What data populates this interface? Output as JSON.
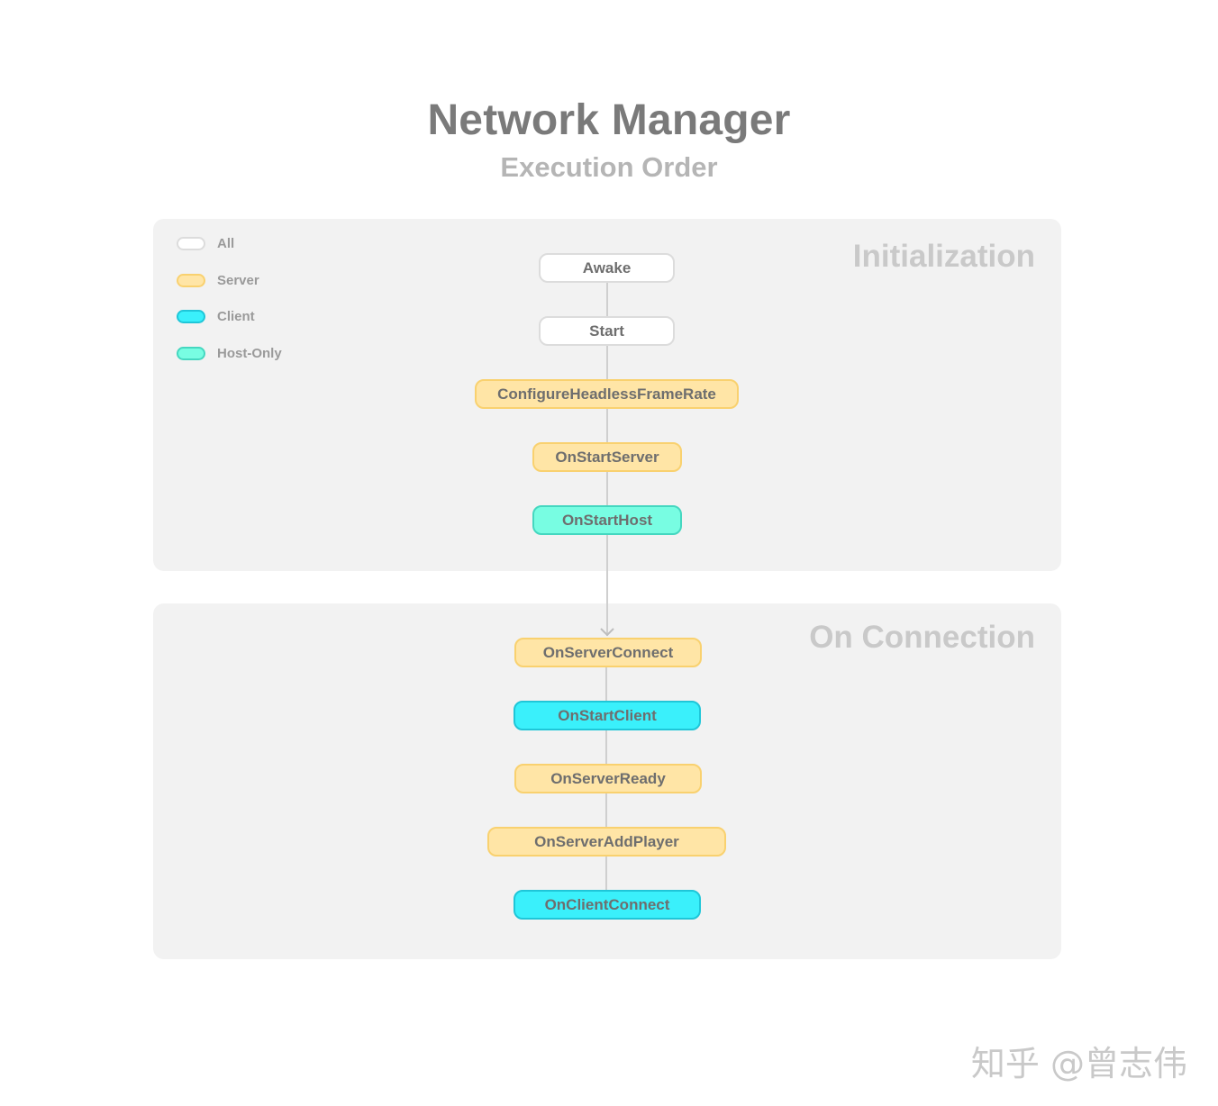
{
  "header": {
    "title": "Network Manager",
    "subtitle": "Execution Order"
  },
  "legend": [
    {
      "label": "All",
      "kind": "all"
    },
    {
      "label": "Server",
      "kind": "server"
    },
    {
      "label": "Client",
      "kind": "client"
    },
    {
      "label": "Host-Only",
      "kind": "host"
    }
  ],
  "colors": {
    "all": {
      "fill": "#ffffff",
      "border": "#dcdcdc"
    },
    "server": {
      "fill": "#ffe5a6",
      "border": "#f9d16f"
    },
    "client": {
      "fill": "#3af0fb",
      "border": "#1fc6d8"
    },
    "host": {
      "fill": "#78fde2",
      "border": "#45d7c0"
    },
    "panel": "#f2f2f2"
  },
  "sections": [
    {
      "title": "Initialization",
      "nodes": [
        {
          "label": "Awake",
          "kind": "all"
        },
        {
          "label": "Start",
          "kind": "all"
        },
        {
          "label": "ConfigureHeadlessFrameRate",
          "kind": "server"
        },
        {
          "label": "OnStartServer",
          "kind": "server"
        },
        {
          "label": "OnStartHost",
          "kind": "host"
        }
      ]
    },
    {
      "title": "On Connection",
      "nodes": [
        {
          "label": "OnServerConnect",
          "kind": "server"
        },
        {
          "label": "OnStartClient",
          "kind": "client"
        },
        {
          "label": "OnServerReady",
          "kind": "server"
        },
        {
          "label": "OnServerAddPlayer",
          "kind": "server"
        },
        {
          "label": "OnClientConnect",
          "kind": "client"
        }
      ]
    }
  ],
  "watermark": "知乎 @曾志伟"
}
